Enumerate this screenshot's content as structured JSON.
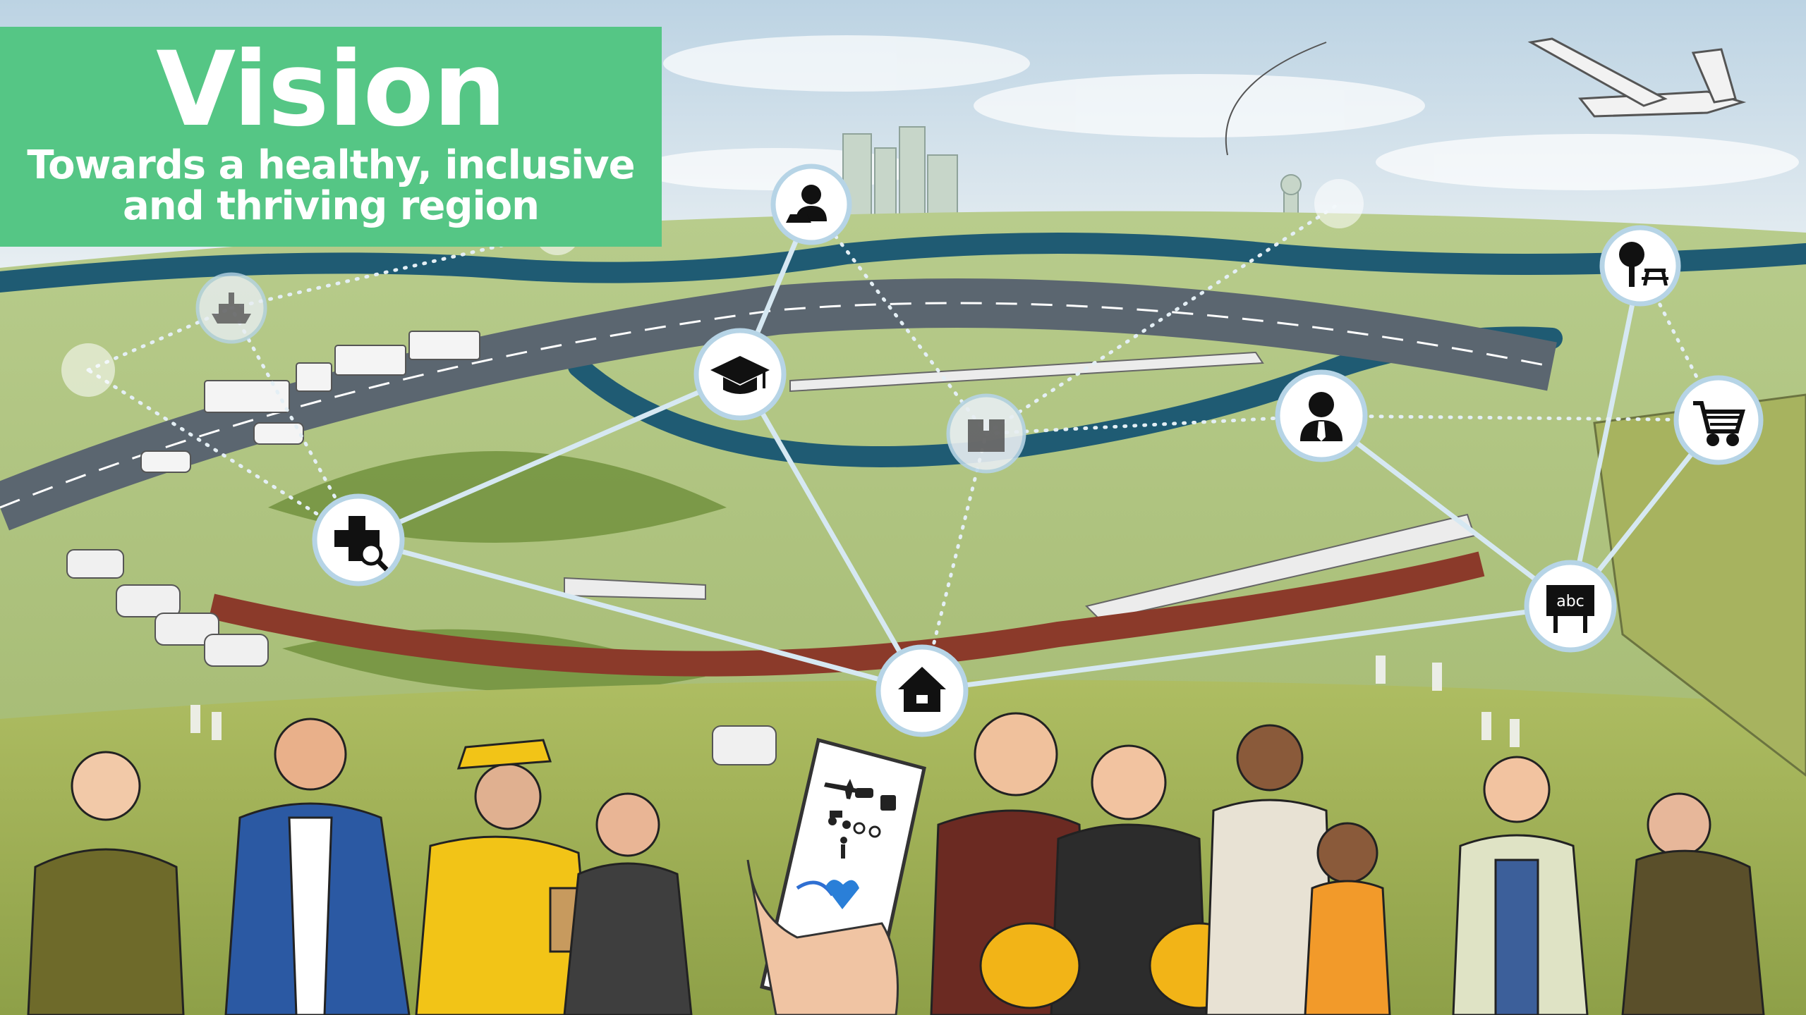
{
  "header": {
    "title": "Vision",
    "subtitle_line1": "Towards a healthy, inclusive",
    "subtitle_line2": "and thriving region"
  },
  "colors": {
    "title_background": "#55c685",
    "title_text": "#ffffff",
    "node_ring": "#b6d4e6",
    "connection_line": "#d6e8f2",
    "land": "#a9c07a",
    "water": "#1f5b73",
    "sky": "#cfe0ea"
  },
  "network": {
    "nodes": [
      {
        "id": "home",
        "icon": "house-icon"
      },
      {
        "id": "remote-work",
        "icon": "laptop-worker-icon"
      },
      {
        "id": "education",
        "icon": "graduation-cap-icon"
      },
      {
        "id": "healthcare",
        "icon": "medical-search-icon"
      },
      {
        "id": "logistics",
        "icon": "package-icon"
      },
      {
        "id": "work",
        "icon": "businessman-icon"
      },
      {
        "id": "shopping",
        "icon": "shopping-cart-icon"
      },
      {
        "id": "recreation",
        "icon": "tree-picnic-icon"
      },
      {
        "id": "school",
        "icon": "chalkboard-icon"
      },
      {
        "id": "ferry",
        "icon": "ferry-icon"
      }
    ],
    "school_board_text": "abc"
  },
  "phone": {
    "modes": [
      "plane-icon",
      "car-icon",
      "bus-icon",
      "scooter-icon",
      "bicycle-icon",
      "walking-icon"
    ],
    "logo": "route-heart-logo"
  }
}
